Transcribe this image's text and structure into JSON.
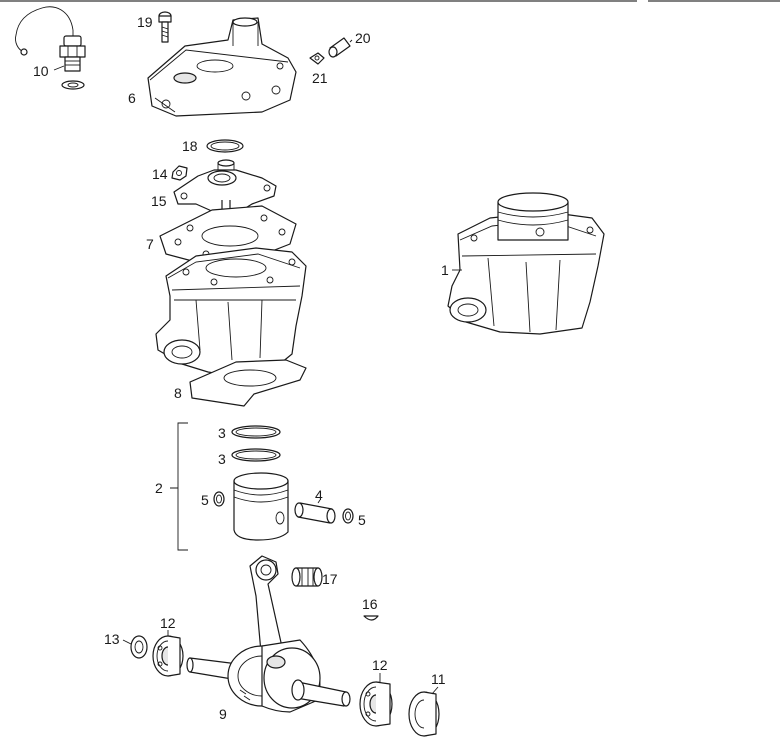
{
  "labels": {
    "p1": "1",
    "p2": "2",
    "p3a": "3",
    "p3b": "3",
    "p4": "4",
    "p5a": "5",
    "p5b": "5",
    "p6": "6",
    "p7": "7",
    "p8": "8",
    "p9": "9",
    "p10": "10",
    "p11": "11",
    "p12a": "12",
    "p12b": "12",
    "p13": "13",
    "p14": "14",
    "p15": "15",
    "p16": "16",
    "p17": "17",
    "p18": "18",
    "p19": "19",
    "p20": "20",
    "p21": "21"
  }
}
